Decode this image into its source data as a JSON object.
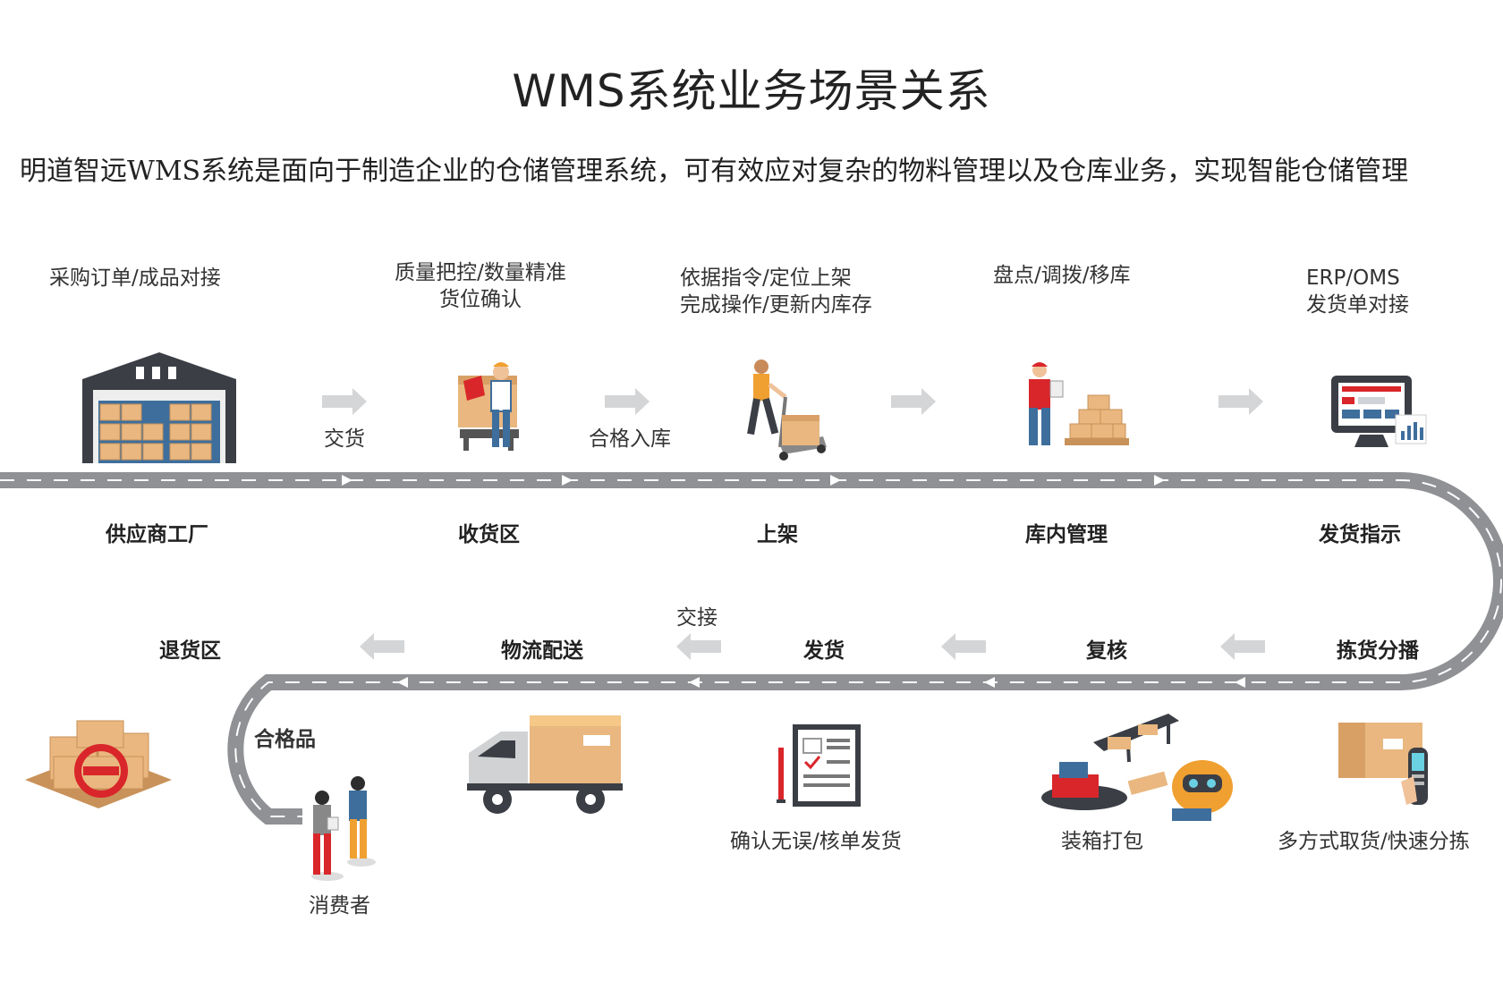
{
  "title": "WMS系统业务场景关系",
  "subtitle": "明道智远WMS系统是面向于制造企业的仓储管理系统，可有效应对复杂的物料管理以及仓库业务，实现智能仓储管理",
  "colors": {
    "road": "#8f9194",
    "road_dash": "#ffffff",
    "arrow": "#d4d5d6",
    "accent_red": "#d9262b",
    "box": "#e9b77f",
    "blue": "#3e6e9c"
  },
  "top_row": {
    "descriptions": [
      {
        "line1": "采购订单/成品对接",
        "line2": ""
      },
      {
        "line1": "质量把控/数量精准",
        "line2": "货位确认"
      },
      {
        "line1": "依据指令/定位上架",
        "line2": "完成操作/更新内库存"
      },
      {
        "line1": "盘点/调拨/移库",
        "line2": ""
      },
      {
        "line1": "ERP/OMS",
        "line2": "发货单对接"
      }
    ],
    "transitions": [
      "交货",
      "合格入库"
    ],
    "nodes": [
      "供应商工厂",
      "收货区",
      "上架",
      "库内管理",
      "发货指示"
    ],
    "icons": [
      "warehouse-icon",
      "worker-receiving-icon",
      "worker-cart-icon",
      "inventory-worker-icon",
      "monitor-icon"
    ]
  },
  "bottom_row": {
    "nodes": [
      "退货区",
      "物流配送",
      "发货",
      "复核",
      "拣货分播"
    ],
    "transition": "交接",
    "qualified_label": "合格品",
    "consumer_label": "消费者",
    "descriptions": [
      "确认无误/核单发货",
      "装箱打包",
      "多方式取货/快速分拣"
    ],
    "icons": [
      "return-boxes-icon",
      "consumers-icon",
      "truck-icon",
      "checklist-icon",
      "packing-robot-icon",
      "scanner-icon"
    ]
  }
}
